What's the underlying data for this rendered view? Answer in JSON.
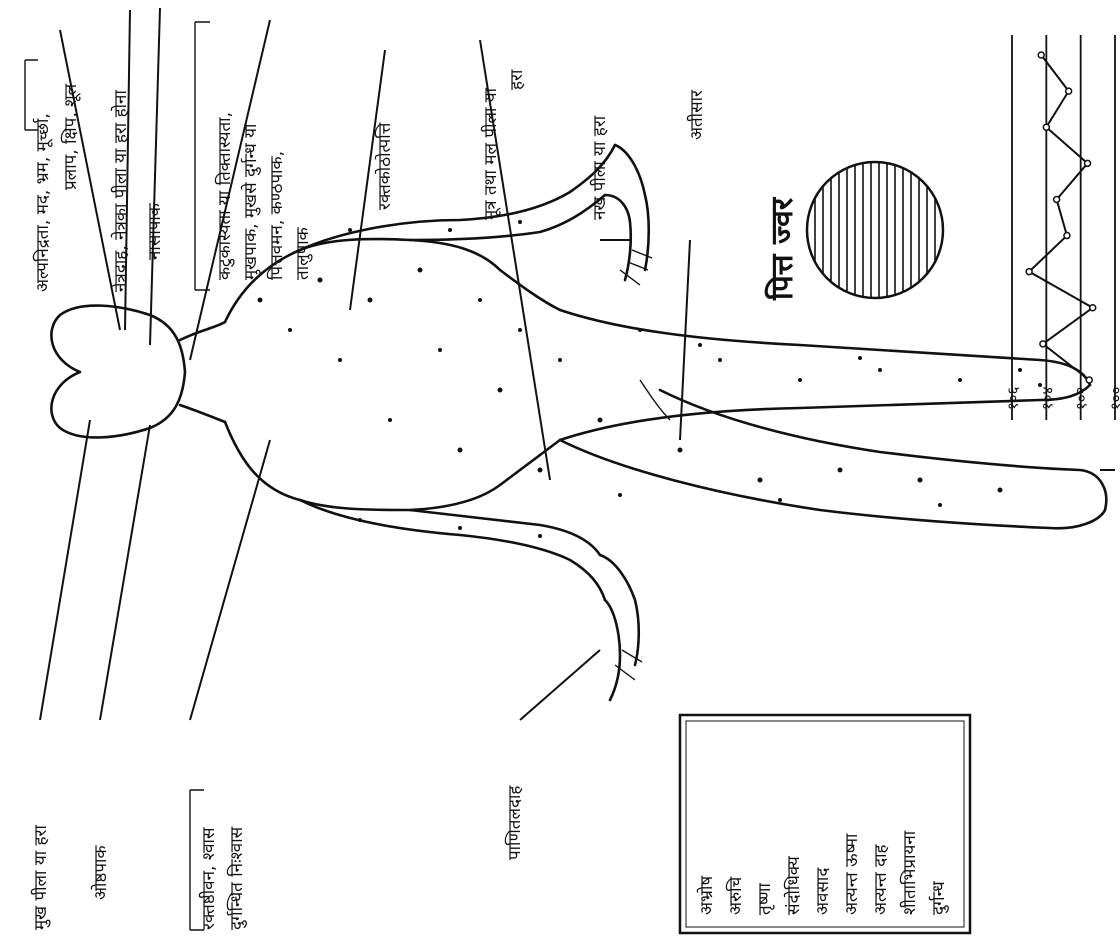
{
  "labels": {
    "head_top": "अल्पनिद्रता, मद, भ्रम, मूर्च्छा,",
    "head_top2": "प्रलाप, क्षिप, शूल",
    "eyes_yellow": "नेत्रदाह, नेत्रका पीला या हरा होना",
    "nasapaka": "नासापाक",
    "right_group_1": "कटुकास्यता या तिक्तास्यता,",
    "right_group_2": "मुखपाक, मुखसे दुर्गन्ध या",
    "right_group_3": "पित्तवमन, कण्ठपाक,",
    "right_group_4": "तालुपाक",
    "raktakoth": "रक्तकोठोत्पत्ति",
    "mutra_1": "मूत्र तथा मल पीला या",
    "mutra_2": "हरा",
    "nakh": "नख पीला या हरा",
    "atisar": "अतीसार",
    "mukh_pila": "मुख पीला या हरा",
    "oshthapaka": "ओष्ठपाक",
    "bleeding_1": "रक्तष्ठीवन, श्वास",
    "bleeding_2": "दुर्गन्धित निःश्वास",
    "palm": "पाणितलदाह",
    "title": "पित्त ज्वर",
    "temp_ticks": [
      "१०६",
      "१०४",
      "१०२",
      "१००"
    ]
  },
  "symptom_box": {
    "items": [
      "अभ्रोष",
      "अरुचि",
      "तृष्णा",
      "संदोधिक्य",
      "अवसाद",
      "अत्यन्त ऊष्मा",
      "अत्यन्त दाह",
      "शीताभिप्रायना",
      "दुर्गन्ध"
    ]
  },
  "chart_data": {
    "type": "line",
    "title": "",
    "xlabel": "",
    "ylabel": "",
    "y_ticks": [
      "१०६",
      "१०४",
      "१०२",
      "१००"
    ],
    "ylim": [
      100,
      106
    ],
    "series": [
      {
        "values": [
          101.5,
          104.2,
          101.3,
          105.0,
          102.8,
          103.4,
          101.6,
          104.0,
          102.7,
          104.3
        ]
      }
    ]
  }
}
